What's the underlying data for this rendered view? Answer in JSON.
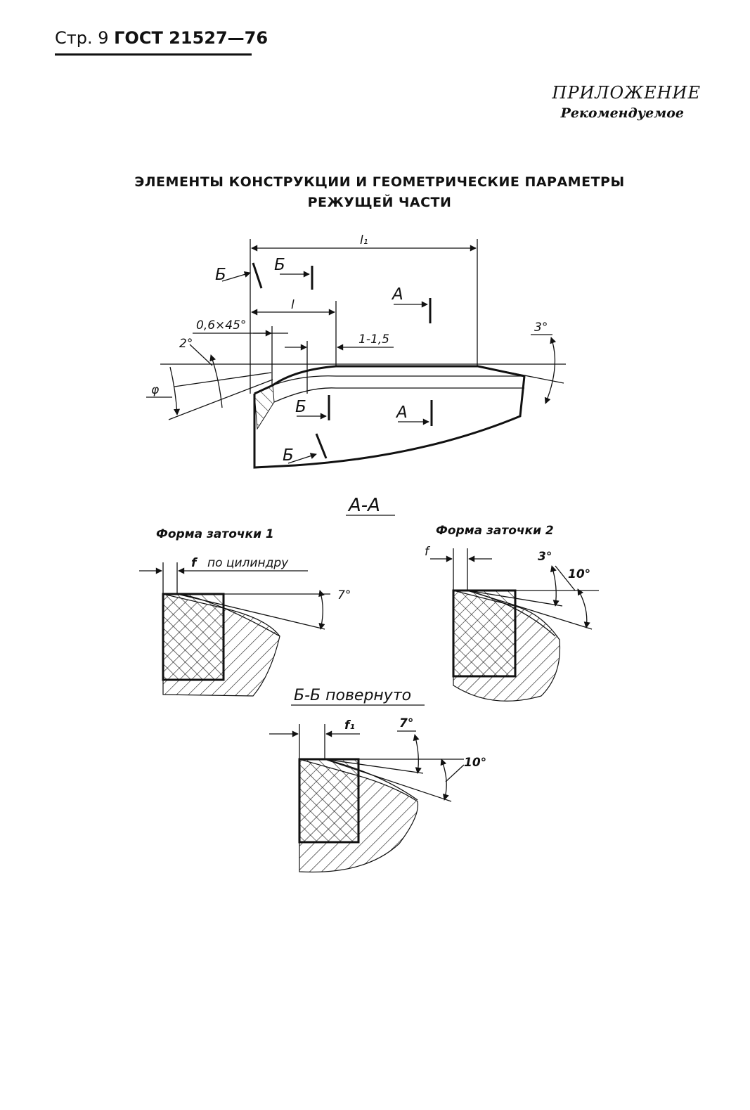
{
  "header": {
    "page": "Стр. 9",
    "standard": "ГОСТ 21527—76"
  },
  "appendix": {
    "title": "ПРИЛОЖЕНИЕ",
    "subtitle": "Рекомендуемое"
  },
  "heading": {
    "line1": "ЭЛЕМЕНТЫ КОНСТРУКЦИИ И ГЕОМЕТРИЧЕСКИЕ ПАРАМЕТРЫ",
    "line2": "РЕЖУЩЕЙ ЧАСТИ"
  },
  "main_view": {
    "dim_l1": "l₁",
    "dim_l": "l",
    "chamfer": "0,6×45°",
    "land": "1-1,5",
    "angle_2": "2°",
    "angle_3": "3°",
    "angle_phi": "φ",
    "section_b": "Б",
    "section_a": "А"
  },
  "section_aa": {
    "title": "А-А",
    "form1": {
      "label": "Форма заточки 1",
      "f": "f",
      "note": "по цилиндру",
      "angle": "7°"
    },
    "form2": {
      "label": "Форма заточки 2",
      "f": "f",
      "angle_3": "3°",
      "angle_10": "10°"
    }
  },
  "section_bb": {
    "title": "Б-Б повернуто",
    "f1": "f₁",
    "angle_7": "7°",
    "angle_10": "10°"
  }
}
